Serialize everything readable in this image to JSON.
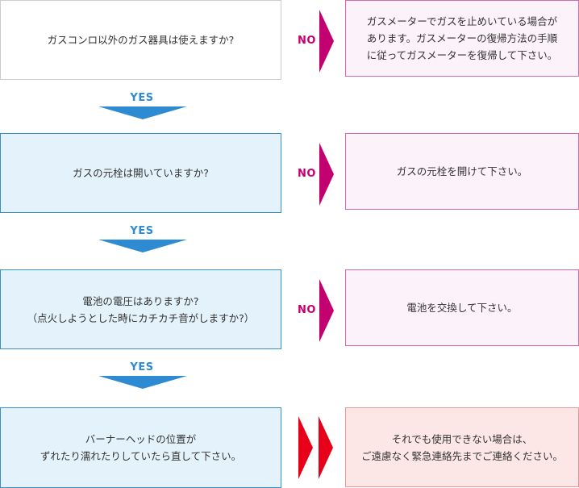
{
  "labels": {
    "no": "NO",
    "yes": "YES"
  },
  "colors": {
    "no_arrow": "#c2006f",
    "yes_arrow": "#2e8bd2",
    "final_arrow": "#e8001b"
  },
  "steps": [
    {
      "question": "ガスコンロ以外のガス器具は使えますか?",
      "answer": "ガスメーターでガスを止めいている場合が\nあります。ガスメーターの復帰方法の手順\nに従ってガスメーターを復帰して下さい。"
    },
    {
      "question": "ガスの元栓は開いていますか?",
      "answer": "ガスの元栓を開けて下さい。"
    },
    {
      "question": "電池の電圧はありますか?\n（点火しようとした時にカチカチ音がしますか?）",
      "answer": "電池を交換して下さい。"
    },
    {
      "question": "バーナーヘッドの位置が\nずれたり濡れたりしていたら直して下さい。",
      "answer": "それでも使用できない場合は、\nご遠慮なく緊急連絡先までご連絡ください。"
    }
  ]
}
